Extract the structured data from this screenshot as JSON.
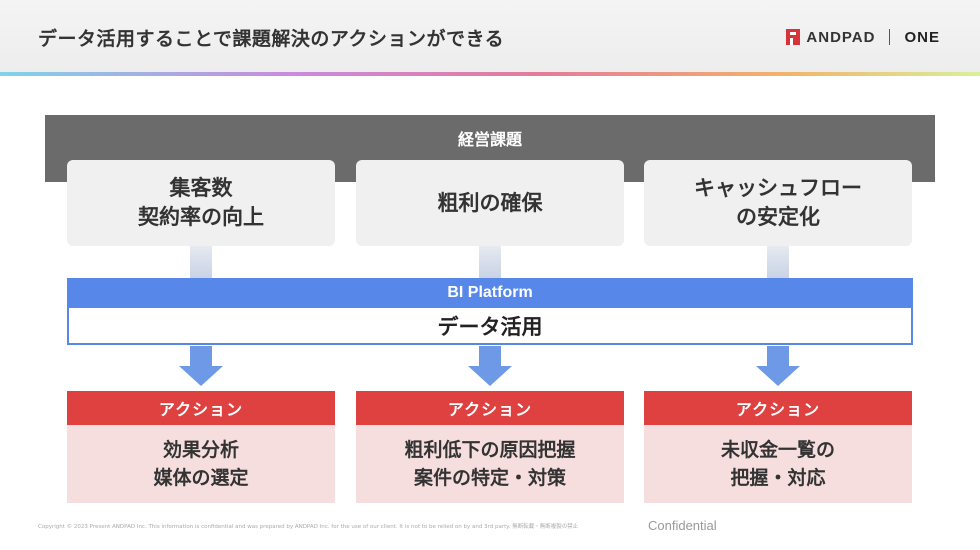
{
  "header": {
    "title": "データ活用することで課題解決のアクションができる",
    "brand_andpad": "ANDPAD",
    "brand_one": "ONE"
  },
  "band": {
    "title": "経営課題"
  },
  "issues": [
    {
      "text": "集客数\n契約率の向上"
    },
    {
      "text": "粗利の確保"
    },
    {
      "text": "キャッシュフロー\nの安定化"
    }
  ],
  "platform": {
    "label": "BI Platform",
    "data_label": "データ活用"
  },
  "actions": [
    {
      "head": "アクション",
      "text": "効果分析\n媒体の選定"
    },
    {
      "head": "アクション",
      "text": "粗利低下の原因把握\n案件の特定・対策"
    },
    {
      "head": "アクション",
      "text": "未収金一覧の\n把握・対応"
    }
  ],
  "footer": {
    "copyright": "Copyright © 2023 Present ANDPAD Inc. This information is confidential and was prepared by ANDPAD Inc. for the use of our client. It is not to be relied on by and 3rd party.  無断転載・無断複製の禁止",
    "confidential": "Confidential"
  },
  "colors": {
    "band": "#6b6b6b",
    "platform_blue": "#5787e8",
    "arrow_blue": "#6d99e6",
    "action_red": "#df4040",
    "action_pink": "#f7dede",
    "issue_gray": "#f0f0f0",
    "brand_red": "#d8323a"
  }
}
